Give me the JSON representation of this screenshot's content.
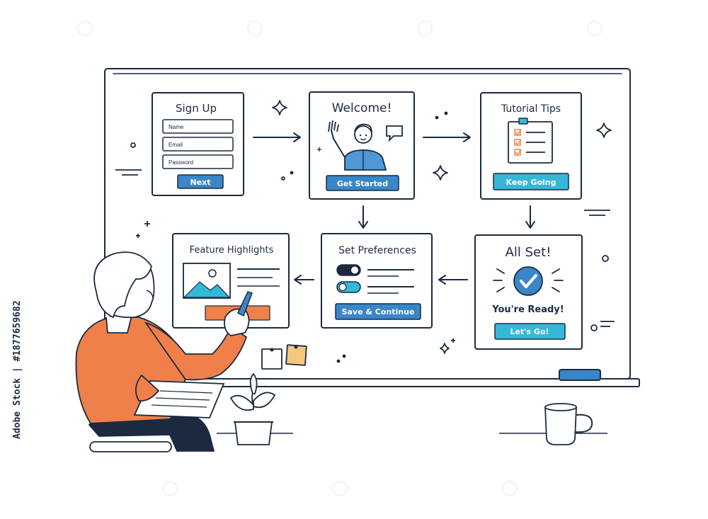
{
  "colors": {
    "ink": "#1b2a3f",
    "primary_blue": "#3a86c8",
    "teal": "#35b8d8",
    "orange": "#f0804a",
    "sticky_yellow": "#f5c77e"
  },
  "cards": {
    "signup": {
      "title": "Sign Up",
      "fields": [
        "Name",
        "Email",
        "Password"
      ],
      "button": "Next"
    },
    "welcome": {
      "title": "Welcome!",
      "button": "Get Started"
    },
    "tips": {
      "title": "Tutorial Tips",
      "button": "Keep Going"
    },
    "allset": {
      "title": "All Set!",
      "subtitle": "You're Ready!",
      "button": "Let's Go!"
    },
    "prefs": {
      "title": "Set Preferences",
      "button": "Save & Continue"
    },
    "features": {
      "title": "Feature Highlights"
    }
  },
  "sidebar": {
    "text": "Adobe Stock | #1877659682"
  }
}
